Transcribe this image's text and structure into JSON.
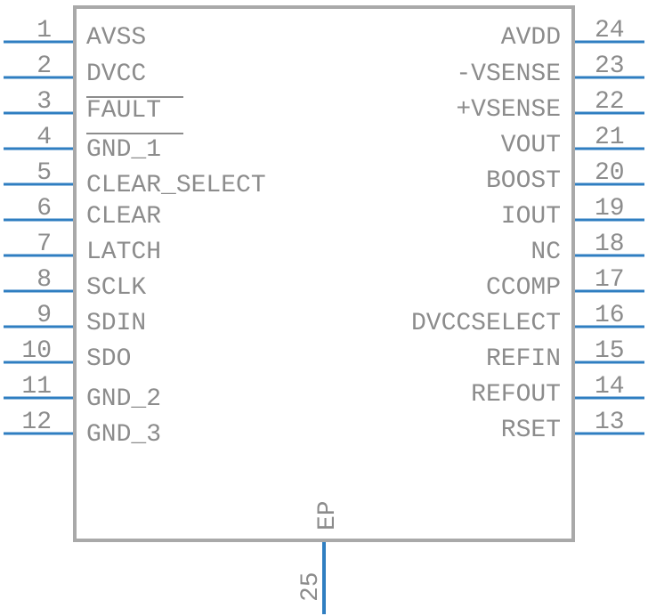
{
  "component": {
    "body_color": "#a9a9a9",
    "pin_color": "#2f7ec1",
    "text_color": "#8c8c8c"
  },
  "left_pins": [
    {
      "number": "1",
      "name": "AVSS"
    },
    {
      "number": "2",
      "name": "DVCC"
    },
    {
      "number": "3",
      "name": "FAULT"
    },
    {
      "number": "4",
      "name": "GND_1"
    },
    {
      "number": "5",
      "name": "CLEAR_SELECT"
    },
    {
      "number": "6",
      "name": "CLEAR"
    },
    {
      "number": "7",
      "name": "LATCH"
    },
    {
      "number": "8",
      "name": "SCLK"
    },
    {
      "number": "9",
      "name": "SDIN"
    },
    {
      "number": "10",
      "name": "SDO"
    },
    {
      "number": "11",
      "name": "GND_2"
    },
    {
      "number": "12",
      "name": "GND_3"
    }
  ],
  "right_pins": [
    {
      "number": "24",
      "name": "AVDD"
    },
    {
      "number": "23",
      "name": "-VSENSE"
    },
    {
      "number": "22",
      "name": "+VSENSE"
    },
    {
      "number": "21",
      "name": "VOUT"
    },
    {
      "number": "20",
      "name": "BOOST"
    },
    {
      "number": "19",
      "name": "IOUT"
    },
    {
      "number": "18",
      "name": "NC"
    },
    {
      "number": "17",
      "name": "CCOMP"
    },
    {
      "number": "16",
      "name": "DVCCSELECT"
    },
    {
      "number": "15",
      "name": "REFIN"
    },
    {
      "number": "14",
      "name": "REFOUT"
    },
    {
      "number": "13",
      "name": "RSET"
    }
  ],
  "bottom_pin": {
    "number": "25",
    "name": "EP"
  }
}
